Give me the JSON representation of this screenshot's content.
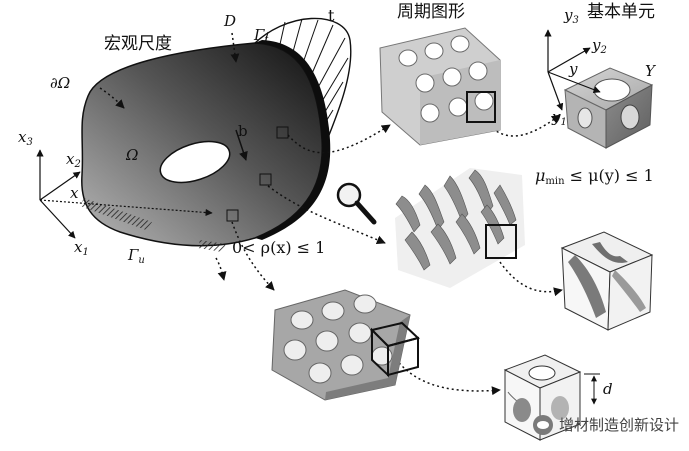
{
  "labels": {
    "macro_scale": "宏观尺度",
    "periodic_pattern": "周期图形",
    "basic_cell": "基本单元",
    "boundary": "∂Ω",
    "omega": "Ω",
    "D": "D",
    "gamma_t": "Γ",
    "gamma_t_sub": "t",
    "t": "t",
    "b": "b",
    "x": "x",
    "x1": "x",
    "x1_sub": "1",
    "x2": "x",
    "x2_sub": "2",
    "x3": "x",
    "x3_sub": "3",
    "gamma_u": "Γ",
    "gamma_u_sub": "u",
    "rho_constraint": "0< ρ(x) ≤ 1",
    "mu_constraint_pre": "μ",
    "mu_sub": "min",
    "mu_constraint_post": " ≤ μ(y) ≤ 1",
    "y": "y",
    "y1": "y",
    "y1_sub": "1",
    "y2": "y",
    "y2_sub": "2",
    "y3": "y",
    "y3_sub": "3",
    "Y": "Y",
    "d": "d"
  },
  "watermark": {
    "text": "增材制造创新设计"
  },
  "colors": {
    "body_dark": "#1a1a1a",
    "body_light": "#9a9a9a",
    "cell_gray": "#b9b9b9",
    "cell_dark": "#6e6e6e",
    "ink": "#111111"
  },
  "icons": [
    "magnifier-icon",
    "wechat-logo-icon"
  ]
}
